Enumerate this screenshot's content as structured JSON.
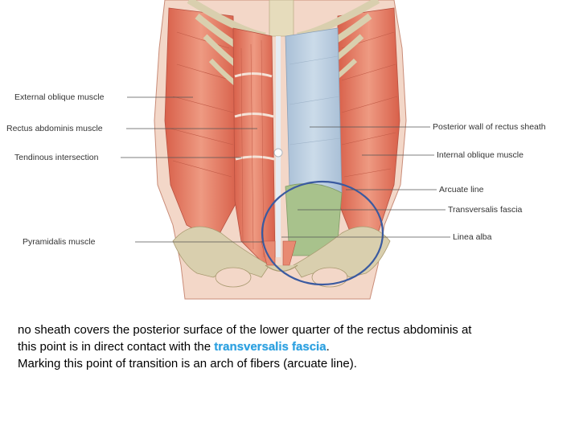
{
  "labels": {
    "external_oblique": "External oblique muscle",
    "rectus_abdominis": "Rectus abdominis muscle",
    "tendinous_intersection": "Tendinous intersection",
    "pyramidalis": "Pyramidalis muscle",
    "posterior_wall": "Posterior wall of rectus sheath",
    "internal_oblique": "Internal oblique muscle",
    "arcuate_line": "Arcuate line",
    "transversalis_fascia": "Transversalis fascia",
    "linea_alba": "Linea alba"
  },
  "caption": {
    "line1": "no sheath covers the posterior surface of the lower quarter of the rectus abdominis at",
    "line2_before": "this point is in direct contact with the ",
    "line2_highlight": "transversalis fascia",
    "line2_after": ".",
    "line3": "Marking this point of transition is an arch of fibers (arcuate line)."
  },
  "colors": {
    "muscle": "#e0705a",
    "muscle_light": "#ee9a82",
    "sheath": "#b8cde0",
    "fascia": "#a8c28c",
    "bone": "#d9cfae",
    "highlight": "#2aa0e0",
    "circle": "#3a5aa0"
  }
}
